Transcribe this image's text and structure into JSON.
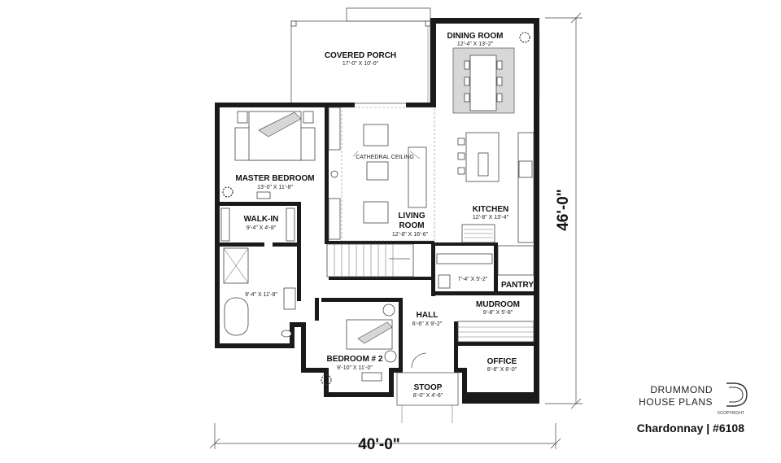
{
  "rooms": {
    "covered_porch": {
      "name": "COVERED PORCH",
      "dim": "17'-0\" X 10'-0\""
    },
    "dining_room": {
      "name": "DINING ROOM",
      "dim": "12'-4\" X 13'-2\""
    },
    "master_bedroom": {
      "name": "MASTER BEDROOM",
      "dim": "13'-0\" X 11'-8\""
    },
    "walk_in": {
      "name": "WALK-IN",
      "dim": "9'-4\" X 4'-8\""
    },
    "living_room": {
      "name_line1": "LIVING",
      "name_line2": "ROOM",
      "dim": "12'-8\" X 16'-6\""
    },
    "kitchen": {
      "name": "KITCHEN",
      "dim": "12'-8\" X 13'-4\""
    },
    "pantry": {
      "name": "PANTRY"
    },
    "laundry": {
      "dim": "7'-4\" X 5'-2\""
    },
    "bathroom": {
      "dim": "9'-4\" X 11'-8\""
    },
    "hall": {
      "name": "HALL",
      "dim": "6'-6\" X 9'-2\""
    },
    "mudroom": {
      "name": "MUDROOM",
      "dim": "9'-8\" X 5'-8\""
    },
    "bedroom2": {
      "name": "BEDROOM # 2",
      "dim": "9'-10\" X 11'-0\""
    },
    "office": {
      "name": "OFFICE",
      "dim": "8'-8\" X 6'-0\""
    },
    "stoop": {
      "name": "STOOP",
      "dim": "8'-0\" X 4'-6\""
    }
  },
  "notes": {
    "cathedral_ceiling": "CATHEDRAL CEILING"
  },
  "dimensions": {
    "overall_width": "40'-0\"",
    "overall_depth": "46'-0\""
  },
  "branding": {
    "line1": "DRUMMOND",
    "line2": "HOUSE PLANS",
    "copyright": "©COPYRIGHT",
    "caption": "Chardonnay | #6108"
  },
  "colors": {
    "wall": "#1a1a1a",
    "background": "#ffffff",
    "fill_grey": "#d7d7d7"
  }
}
